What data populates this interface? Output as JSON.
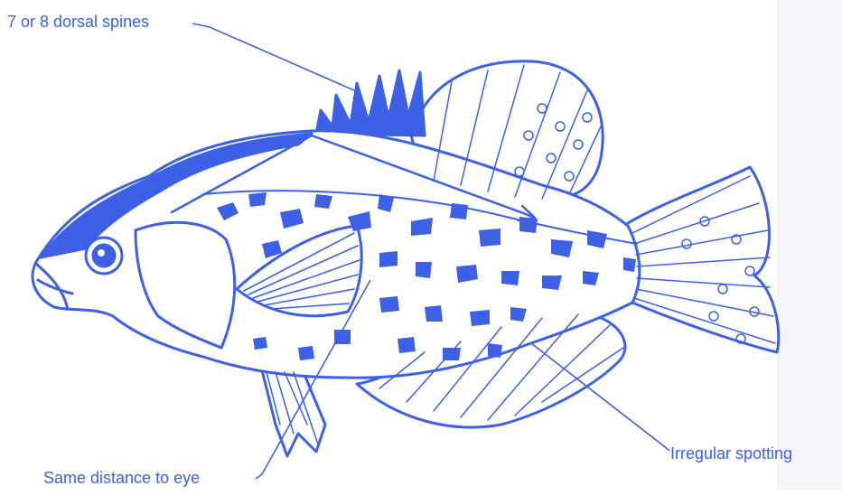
{
  "diagram": {
    "colors": {
      "ink": "#3c61e6",
      "background": "#ffffff",
      "paper_tint": "#f4f6fb"
    },
    "callouts": {
      "dorsal_spines": "7 or 8 dorsal spines",
      "spotting": "Irregular spotting",
      "distance": "Same distance to eye"
    },
    "icon": "crappie-fish-illustration"
  }
}
